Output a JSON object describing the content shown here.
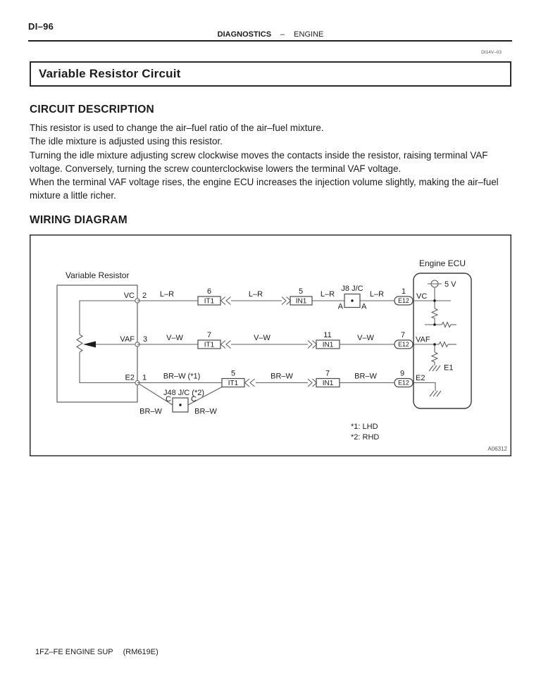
{
  "colors": {
    "ink": "#1c1c1c",
    "line": "#5f5f5f"
  },
  "header": {
    "page_number": "DI–96",
    "section": "DIAGNOSTICS",
    "separator": "–",
    "subsection": "ENGINE",
    "doc_code": "DI14V–03"
  },
  "title": "Variable Resistor Circuit",
  "circuit_description": {
    "heading": "CIRCUIT DESCRIPTION",
    "paragraphs": [
      "This resistor is used to change the air–fuel ratio of the air–fuel mixture.",
      "The idle mixture is adjusted using this resistor.",
      "Turning the idle mixture adjusting screw clockwise moves the contacts inside the resistor, raising terminal VAF voltage. Conversely, turning the screw counterclockwise lowers the terminal VAF voltage.",
      "When the terminal VAF voltage rises, the engine ECU increases the injection volume slightly, making the air–fuel mixture a little richer."
    ]
  },
  "wiring_diagram": {
    "heading": "WIRING DIAGRAM",
    "figure_id": "A06312",
    "variable_resistor": {
      "label": "Variable Resistor",
      "vc": "VC",
      "vc_pin": "2",
      "vaf": "VAF",
      "vaf_pin": "3",
      "e2": "E2",
      "e2_pin": "1"
    },
    "engine_ecu": {
      "label": "Engine ECU",
      "supply": "5 V",
      "vc": "VC",
      "vaf": "VAF",
      "e2": "E2",
      "ground": "E1"
    },
    "rows": {
      "vc": {
        "w1": "L–R",
        "it1_pin": "6",
        "it1": "IT1",
        "w2": "L–R",
        "in1_pin": "5",
        "in1": "IN1",
        "w3": "L–R",
        "jc_label": "J8 J/C",
        "jc_pin_left": "A",
        "jc_pin_right": "A",
        "w4": "L–R",
        "e12_pin": "1",
        "e12": "E12"
      },
      "vaf": {
        "w1": "V–W",
        "it1_pin": "7",
        "it1": "IT1",
        "w2": "V–W",
        "in1_pin": "11",
        "in1": "IN1",
        "w3": "V–W",
        "e12_pin": "7",
        "e12": "E12"
      },
      "e2": {
        "w1": "BR–W (*1)",
        "it1_pin": "5",
        "it1": "IT1",
        "w2": "BR–W",
        "in1_pin": "7",
        "in1": "IN1",
        "w3": "BR–W",
        "e12_pin": "9",
        "e12": "E12",
        "jc_label": "J48 J/C (*2)",
        "jc_pin_left": "C",
        "jc_pin_right": "C",
        "jc_wire_left": "BR–W",
        "jc_wire_right": "BR–W"
      }
    },
    "notes": {
      "n1": "*1: LHD",
      "n2": "*2: RHD"
    }
  },
  "footer": {
    "left": "1FZ–FE ENGINE SUP",
    "right": "(RM619E)"
  }
}
